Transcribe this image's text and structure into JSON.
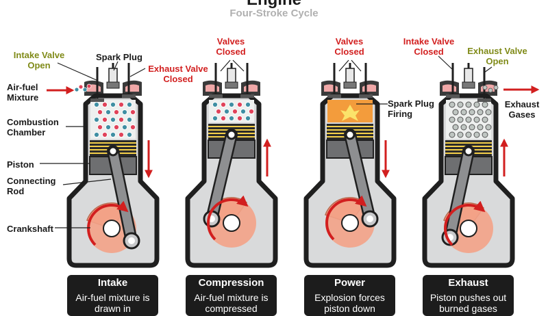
{
  "header": {
    "title": "Engine",
    "subtitle": "Four-Stroke Cycle"
  },
  "labels": {
    "intake_valve_open": "Intake Valve Open",
    "spark_plug": "Spark Plug",
    "exhaust_valve_closed": "Exhaust Valve Closed",
    "air_fuel_mixture": "Air-fuel Mixture",
    "combustion_chamber": "Combustion Chamber",
    "piston": "Piston",
    "connecting_rod": "Connecting Rod",
    "crankshaft": "Crankshaft",
    "valves_closed_1": "Valves Closed",
    "valves_closed_2": "Valves Closed",
    "spark_plug_firing": "Spark Plug Firing",
    "intake_valve_closed": "Intake Valve Closed",
    "exhaust_valve_open": "Exhaust Valve Open",
    "exhaust_gases": "Exhaust Gases"
  },
  "strokes": [
    {
      "name": "Intake",
      "description": "Air-fuel mixture is drawn in"
    },
    {
      "name": "Compression",
      "description": "Air-fuel mixture is compressed"
    },
    {
      "name": "Power",
      "description": "Explosion forces piston down"
    },
    {
      "name": "Exhaust",
      "description": "Piston pushes out burned gases"
    }
  ],
  "colors": {
    "engine_body": "#d9dadb",
    "outline": "#1f1f1f",
    "piston": "#6e6f71",
    "rod": "#8e8f91",
    "crank": "#f3a287",
    "arrow_red": "#d21f1f",
    "mixture_red": "#e0435a",
    "mixture_teal": "#3f8fa3",
    "exhaust_gas": "#bfc6c2",
    "explosion": "#f39c3c",
    "label_red": "#d21f1f",
    "label_green": "#7f8a17"
  }
}
